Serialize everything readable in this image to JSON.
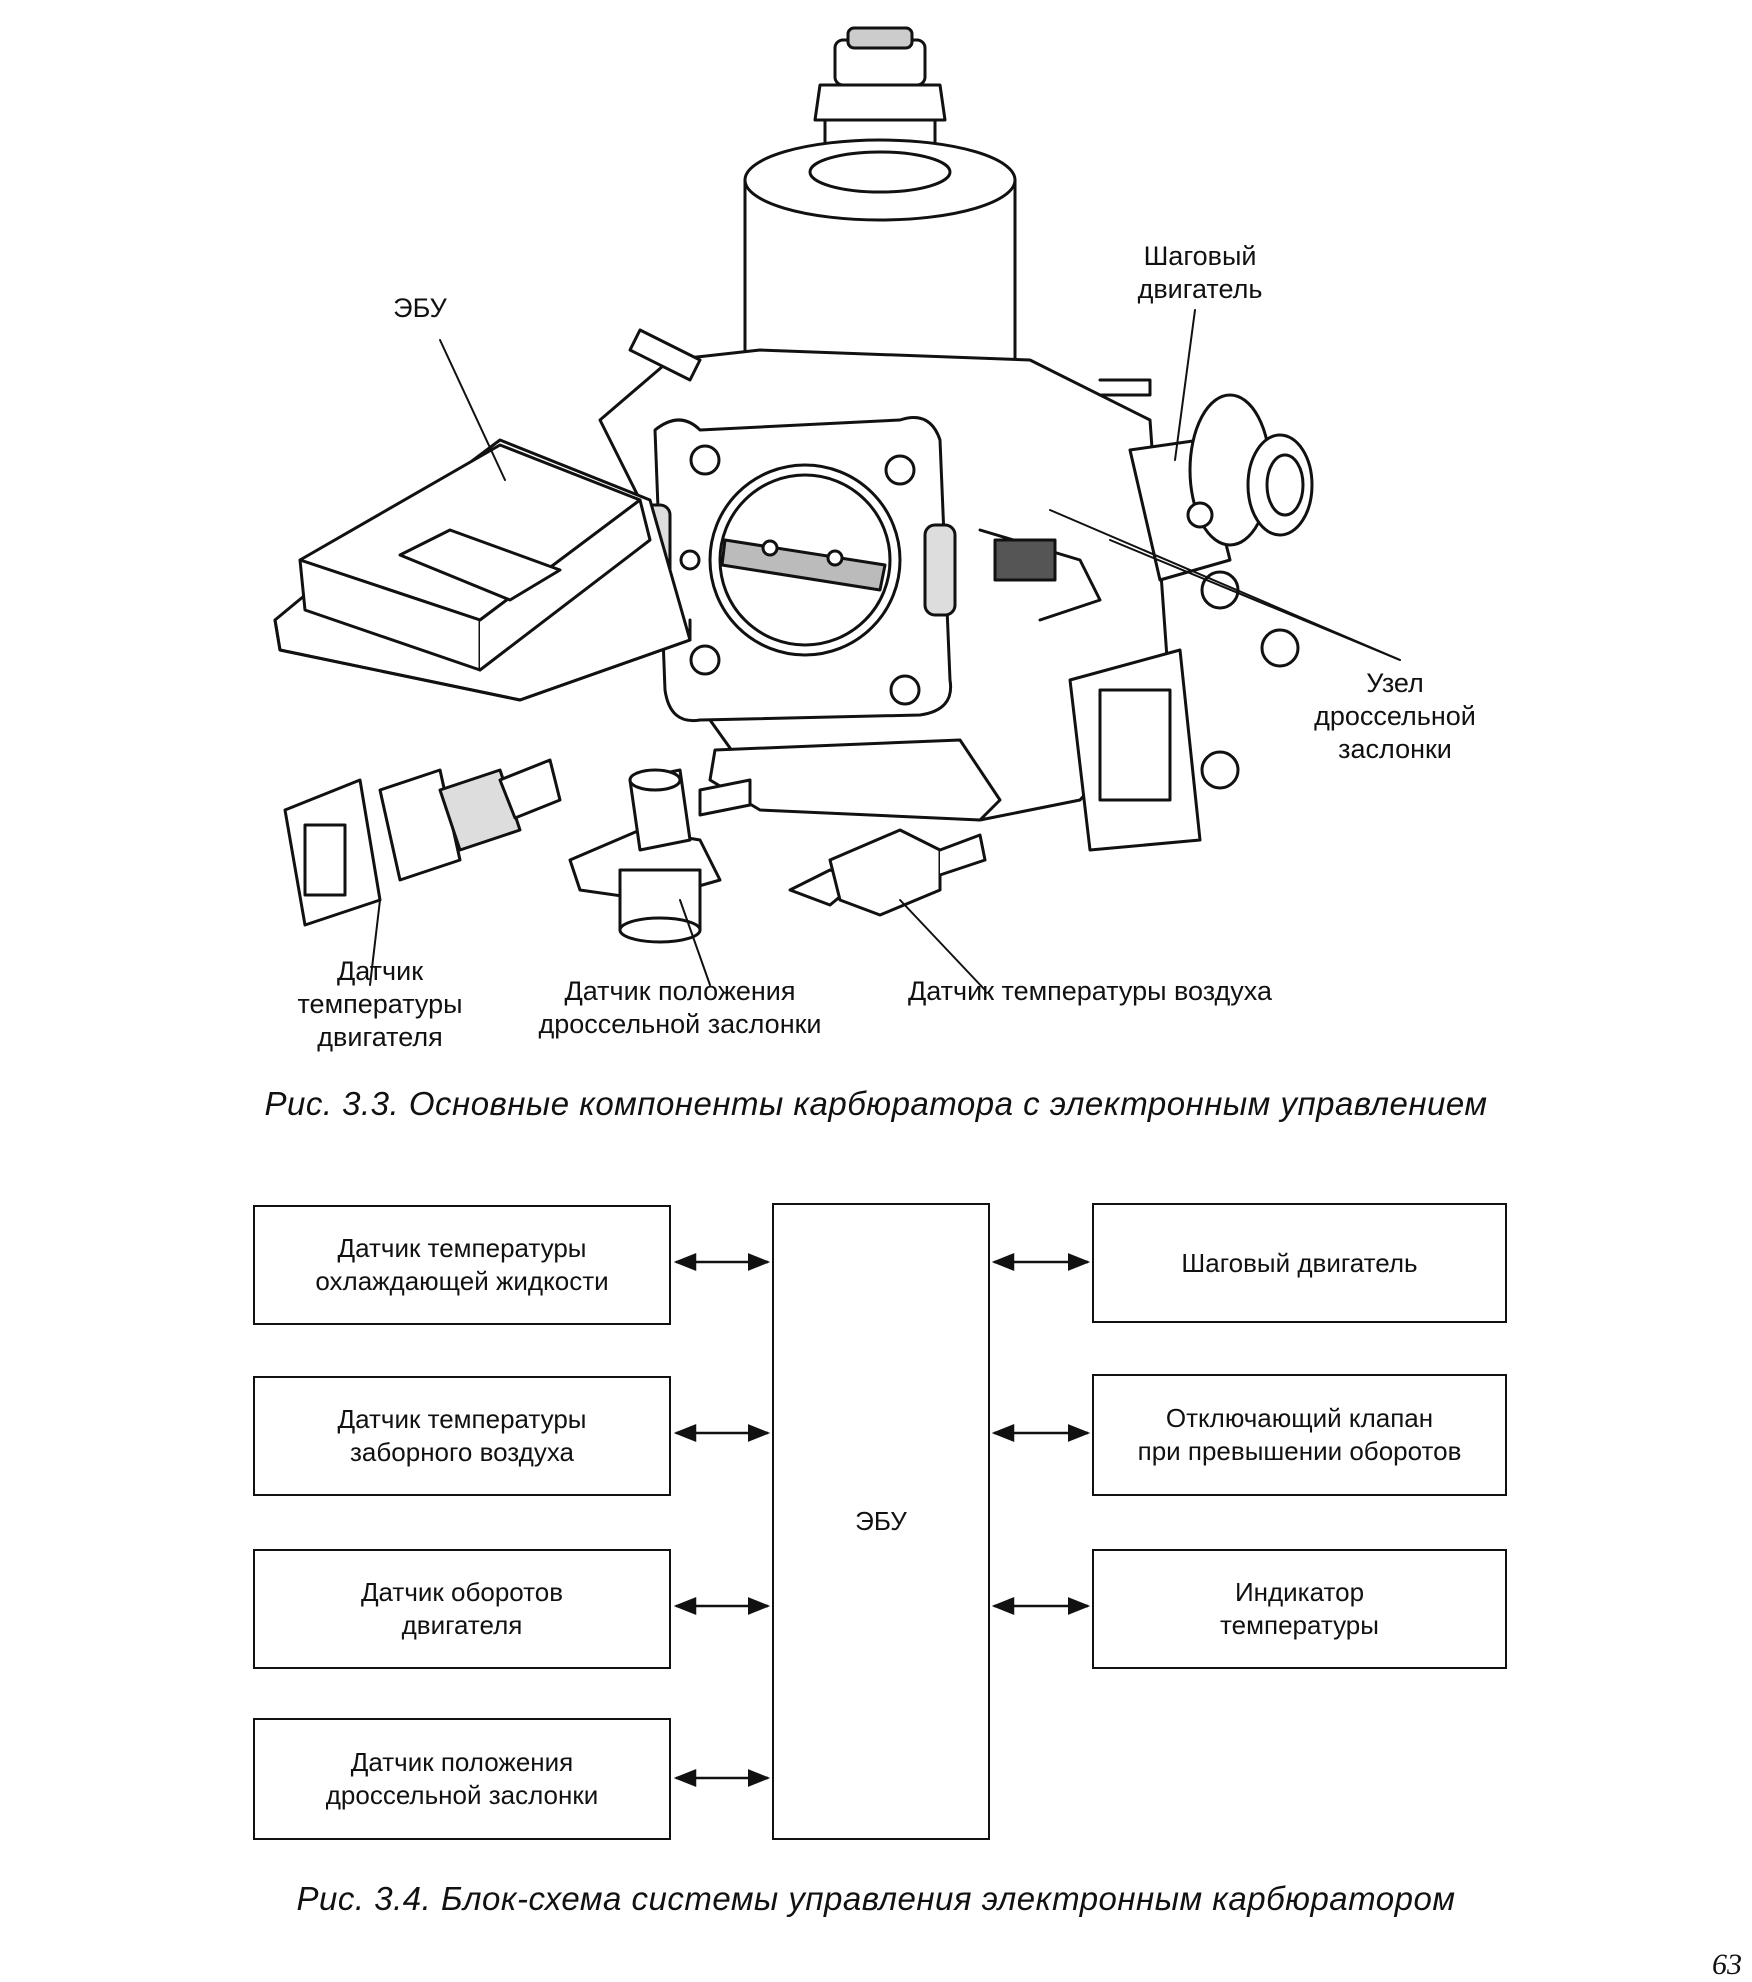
{
  "figure1": {
    "labels": {
      "ecu": "ЭБУ",
      "stepper": "Шаговый\nдвигатель",
      "throttle_unit": "Узел\nдроссельной\nзаслонки",
      "engine_temp_sensor": "Датчик\nтемпературы\nдвигателя",
      "throttle_pos_sensor": "Датчик положения\nдроссельной заслонки",
      "air_temp_sensor": "Датчик температуры воздуха"
    },
    "caption": "Рис. 3.3. Основные компоненты карбюратора с электронным управлением"
  },
  "figure2": {
    "center": "ЭБУ",
    "left_boxes": [
      "Датчик температуры\nохлаждающей жидкости",
      "Датчик температуры\nзаборного воздуха",
      "Датчик оборотов\nдвигателя",
      "Датчик положения\nдроссельной заслонки"
    ],
    "right_boxes": [
      "Шаговый двигатель",
      "Отключающий клапан\nпри превышении оборотов",
      "Индикатор\nтемпературы"
    ],
    "caption": "Рис. 3.4. Блок-схема системы управления электронным карбюратором"
  },
  "page_number": "63"
}
